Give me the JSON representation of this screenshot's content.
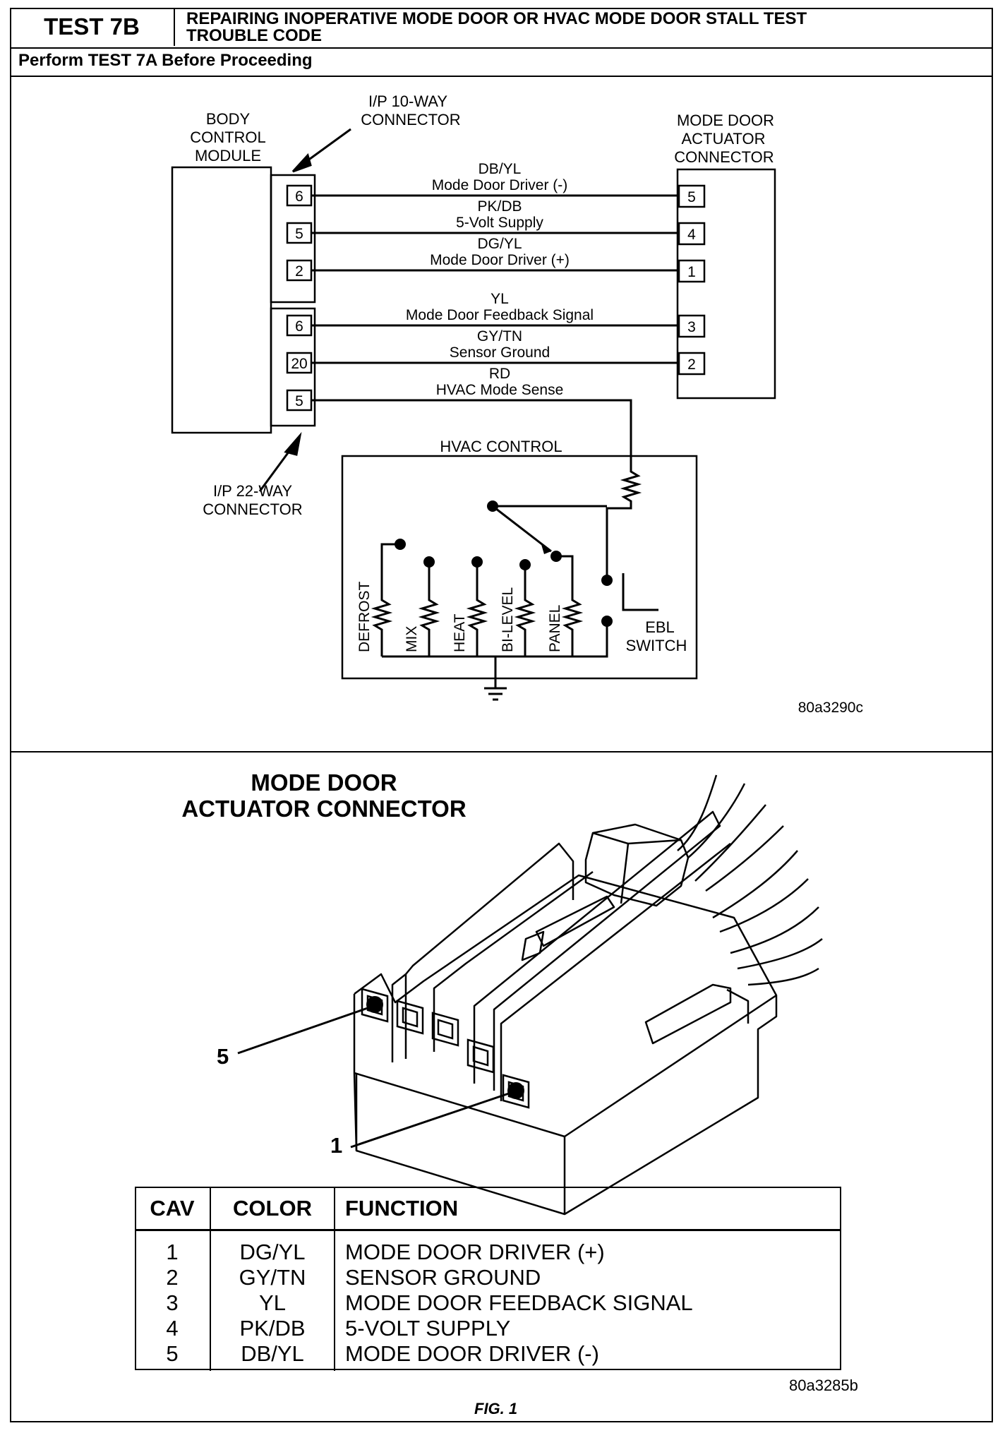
{
  "header": {
    "test_id": "TEST 7B",
    "title_line1": "REPAIRING INOPERATIVE MODE DOOR OR HVAC MODE DOOR STALL TEST",
    "title_line2": "TROUBLE CODE",
    "subheader": "Perform TEST 7A Before Proceeding"
  },
  "schematic": {
    "bcm_label": [
      "BODY",
      "CONTROL",
      "MODULE"
    ],
    "ip10_label": [
      "I/P 10-WAY",
      "CONNECTOR"
    ],
    "ip22_label": [
      "I/P 22-WAY",
      "CONNECTOR"
    ],
    "actuator_label": [
      "MODE DOOR",
      "ACTUATOR",
      "CONNECTOR"
    ],
    "hvac_control_label": "HVAC CONTROL",
    "ebl_label": [
      "EBL",
      "SWITCH"
    ],
    "positions": [
      "DEFROST",
      "MIX",
      "HEAT",
      "BI-LEVEL",
      "PANEL"
    ],
    "figure_ref": "80a3290c",
    "circuits": [
      {
        "bcm_pin": "6",
        "color": "DB/YL",
        "function": "Mode Door Driver (-)",
        "actuator_pin": "5"
      },
      {
        "bcm_pin": "5",
        "color": "PK/DB",
        "function": "5-Volt Supply",
        "actuator_pin": "4"
      },
      {
        "bcm_pin": "2",
        "color": "DG/YL",
        "function": "Mode Door Driver (+)",
        "actuator_pin": "1"
      },
      {
        "bcm_pin": "6",
        "color": "YL",
        "function": "Mode Door Feedback Signal",
        "actuator_pin": "3"
      },
      {
        "bcm_pin": "20",
        "color": "GY/TN",
        "function": "Sensor Ground",
        "actuator_pin": "2"
      },
      {
        "bcm_pin": "5",
        "color": "RD",
        "function": "HVAC Mode Sense",
        "actuator_pin": ""
      }
    ]
  },
  "connector_view": {
    "title": [
      "MODE DOOR",
      "ACTUATOR CONNECTOR"
    ],
    "callout_5": "5",
    "callout_1": "1"
  },
  "pin_table": {
    "headers": [
      "CAV",
      "COLOR",
      "FUNCTION"
    ],
    "rows": [
      [
        "1",
        "DG/YL",
        "MODE DOOR DRIVER (+)"
      ],
      [
        "2",
        "GY/TN",
        "SENSOR GROUND"
      ],
      [
        "3",
        "YL",
        "MODE DOOR FEEDBACK SIGNAL"
      ],
      [
        "4",
        "PK/DB",
        "5-VOLT SUPPLY"
      ],
      [
        "5",
        "DB/YL",
        "MODE DOOR DRIVER (-)"
      ]
    ]
  },
  "figure_ref_2": "80a3285b",
  "figure_caption": "FIG. 1"
}
